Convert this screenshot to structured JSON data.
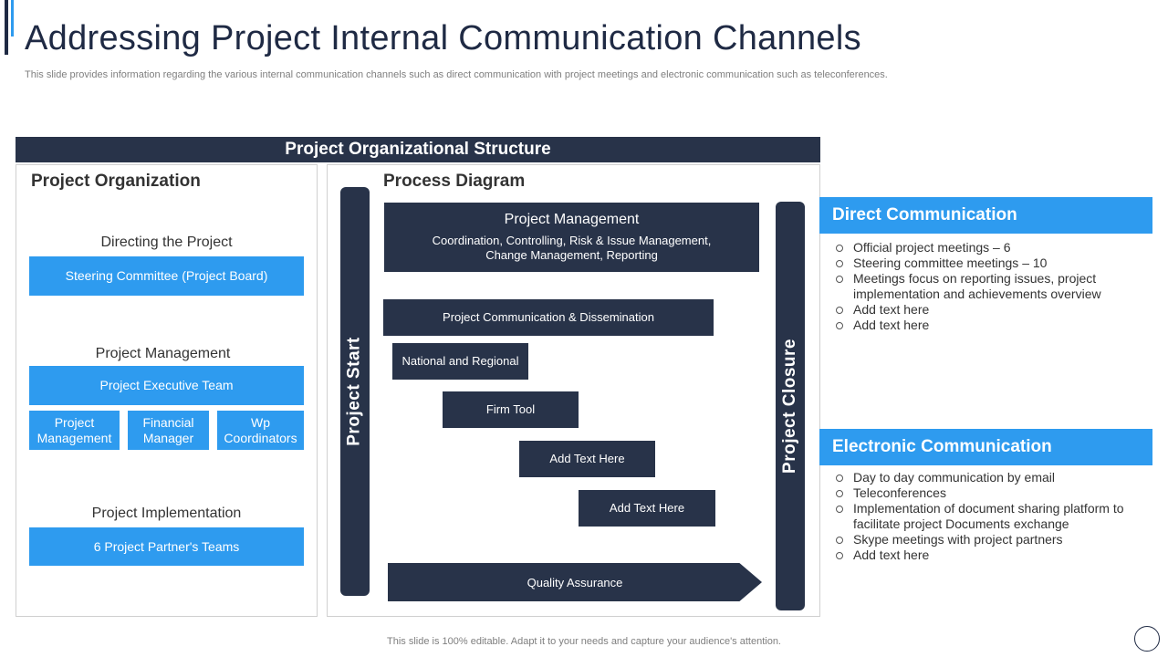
{
  "title": "Addressing Project Internal Communication Channels",
  "subtitle": "This slide provides information regarding the various internal communication channels such as direct communication with project meetings and electronic communication such as teleconferences.",
  "structure_header": "Project Organizational Structure",
  "organization": {
    "title": "Project Organization",
    "directing_label": "Directing the Project",
    "steering": "Steering Committee (Project Board)",
    "management_label": "Project Management",
    "exec_team": "Project Executive Team",
    "sub_boxes": [
      "Project Management",
      "Financial Manager",
      "Wp Coordinators"
    ],
    "implementation_label": "Project Implementation",
    "partner_teams": "6 Project Partner's Teams"
  },
  "process": {
    "title": "Process Diagram",
    "start": "Project Start",
    "closure": "Project Closure",
    "pm_title": "Project Management",
    "pm_desc_1": "Coordination, Controlling, Risk & Issue Management,",
    "pm_desc_2": "Change Management, Reporting",
    "steps": [
      "Project Communication & Dissemination",
      "National and Regional",
      "Firm Tool",
      "Add Text Here",
      "Add Text Here"
    ],
    "quality": "Quality Assurance"
  },
  "direct": {
    "header": "Direct Communication",
    "items": [
      "Official project meetings – 6",
      "Steering committee meetings – 10",
      "Meetings focus on reporting issues, project implementation and achievements overview",
      "Add text here",
      "Add text here"
    ]
  },
  "electronic": {
    "header": "Electronic Communication",
    "items": [
      "Day to day communication by email",
      "Teleconferences",
      "Implementation of document sharing platform to facilitate project Documents exchange",
      "Skype meetings with project partners",
      "Add text here"
    ]
  },
  "footer": "This slide is 100% editable. Adapt it to your needs and capture your audience's attention.",
  "colors": {
    "navy": "#283349",
    "blue": "#2e9bef"
  }
}
